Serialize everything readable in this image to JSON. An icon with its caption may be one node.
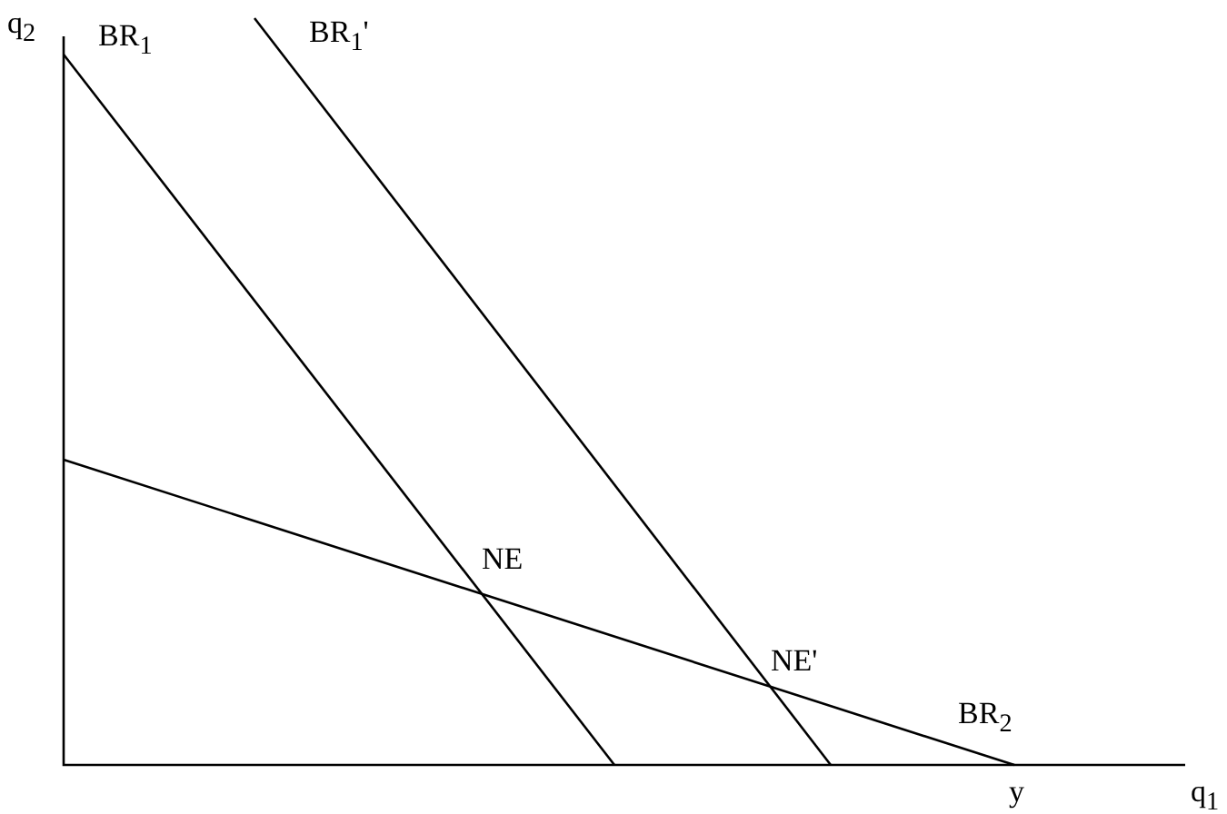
{
  "diagram": {
    "labels": [
      "q$_{2}$",
      "BR$_{1}$",
      "BR$_{1}$'",
      "NE",
      "NE'",
      "BR$_{2}$",
      "y",
      "q$_{1}$"
    ]
  }
}
